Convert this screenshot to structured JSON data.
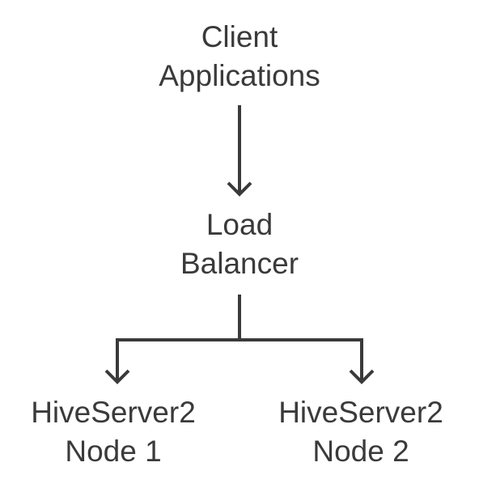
{
  "nodes": {
    "client": {
      "line1": "Client",
      "line2": "Applications"
    },
    "load_balancer": {
      "line1": "Load",
      "line2": "Balancer"
    },
    "hiveserver_1": {
      "line1": "HiveServer2",
      "line2": "Node 1"
    },
    "hiveserver_2": {
      "line1": "HiveServer2",
      "line2": "Node 2"
    }
  },
  "edges": [
    {
      "from": "client",
      "to": "load_balancer"
    },
    {
      "from": "load_balancer",
      "to": "hiveserver_1"
    },
    {
      "from": "load_balancer",
      "to": "hiveserver_2"
    }
  ],
  "colors": {
    "text": "#3a3a3a",
    "line": "#3a3a3a",
    "background": "#ffffff"
  }
}
